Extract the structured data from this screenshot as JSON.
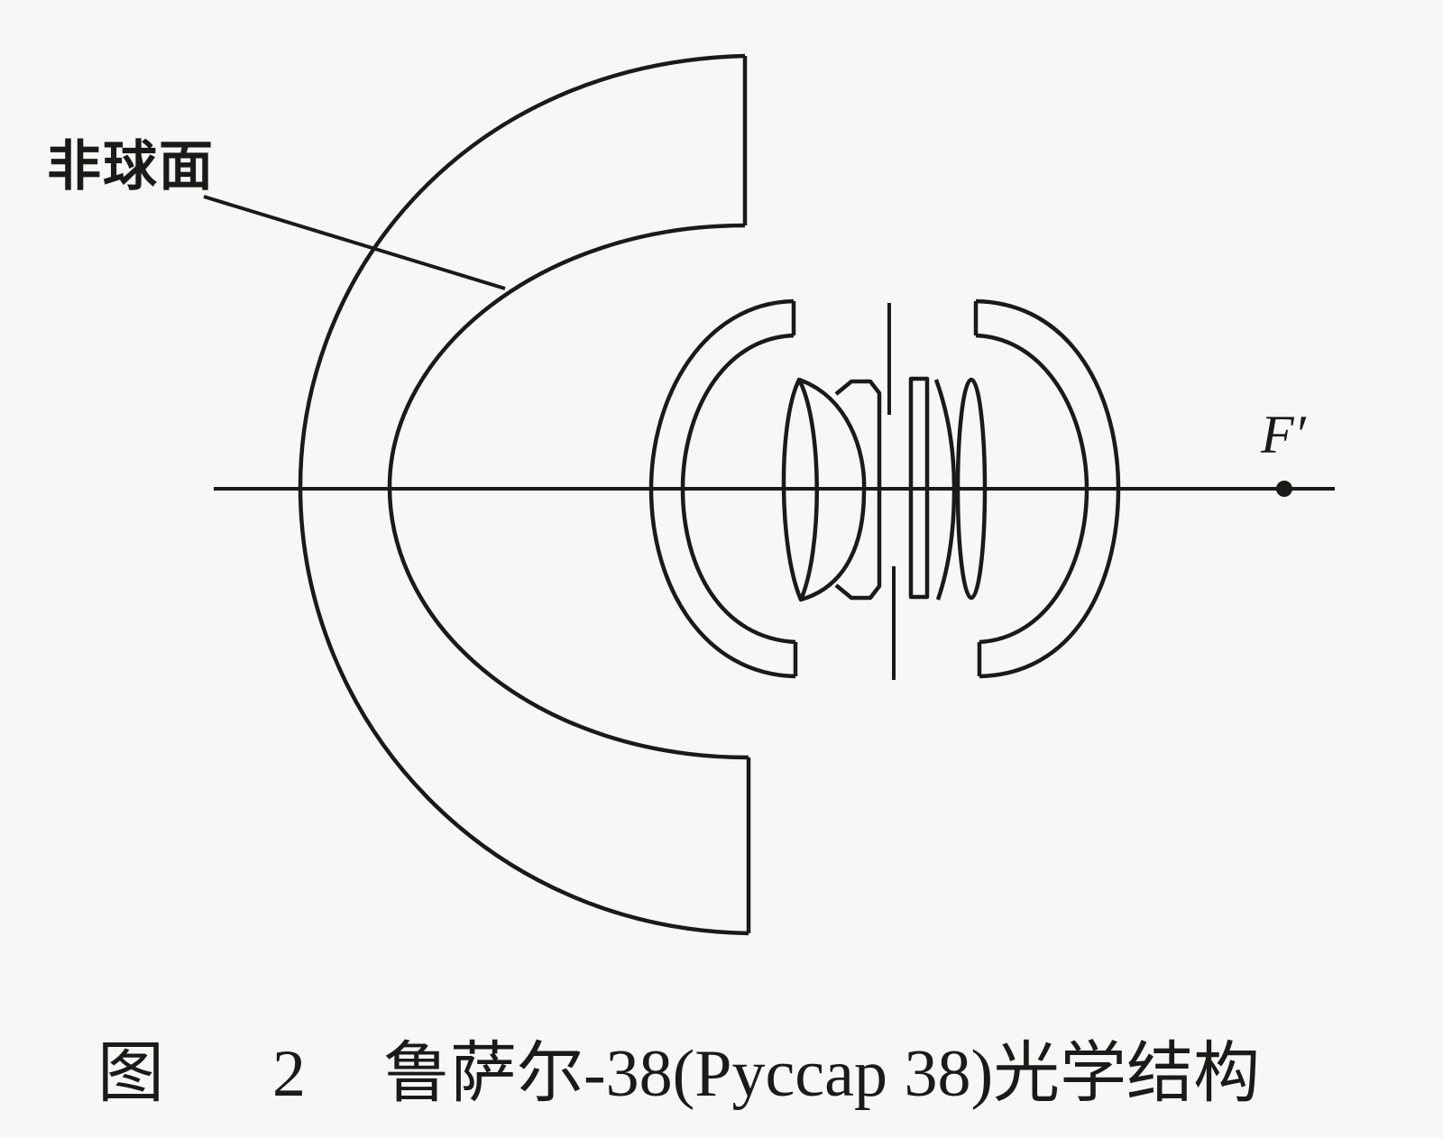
{
  "labels": {
    "aspheric_surface": "非球面",
    "focal_point": "F′"
  },
  "caption": {
    "figure_word": "图",
    "figure_number": "2",
    "title": "鲁萨尔-38(Pyccap 38)光学结构"
  },
  "colors": {
    "background": "#f7f7f5",
    "line": "#1a1a1a"
  },
  "elements": [
    {
      "name": "front-aspheric-meniscus",
      "type": "large negative meniscus"
    },
    {
      "name": "front-meniscus-2",
      "type": "negative meniscus"
    },
    {
      "name": "cemented-doublet",
      "type": "cemented lens group"
    },
    {
      "name": "aperture-stop",
      "type": "stop"
    },
    {
      "name": "plate-element",
      "type": "plane parallel plate"
    },
    {
      "name": "thin-meniscus",
      "type": "thin meniscus"
    },
    {
      "name": "biconvex-lens",
      "type": "biconvex lens"
    },
    {
      "name": "rear-meniscus",
      "type": "negative meniscus"
    }
  ]
}
